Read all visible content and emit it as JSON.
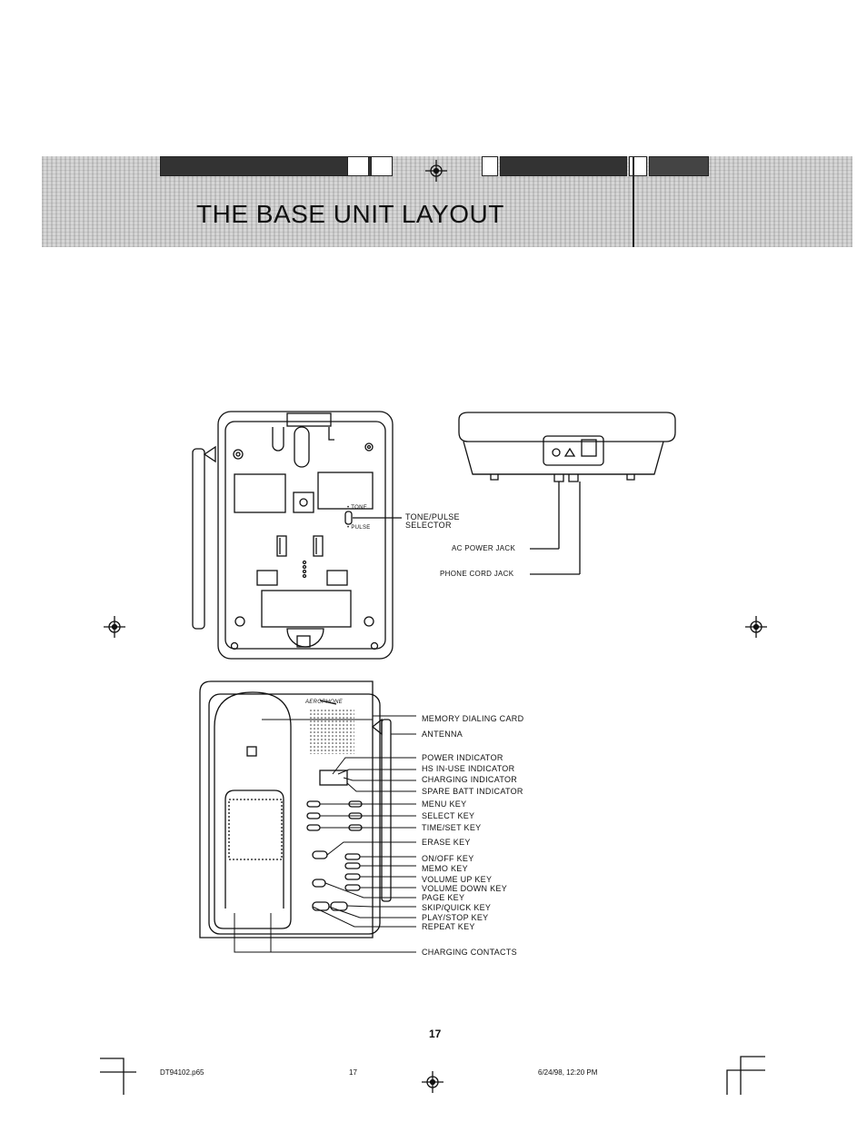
{
  "header": {
    "title": "THE BASE UNIT LAYOUT"
  },
  "bottom_view": {
    "switch_labels": {
      "tone": "• TONE",
      "pulse": "• PULSE"
    },
    "callouts": {
      "tone_pulse": [
        "TONE/PULSE",
        "SELECTOR"
      ],
      "ac_power_jack": "AC POWER JACK",
      "phone_cord_jack": "PHONE CORD JACK"
    }
  },
  "front_view": {
    "brand": "AEROPHONE",
    "callouts": [
      "MEMORY DIALING CARD",
      "ANTENNA",
      "POWER INDICATOR",
      "HS IN-USE INDICATOR",
      "CHARGING INDICATOR",
      "SPARE BATT INDICATOR",
      "MENU KEY",
      "SELECT KEY",
      "TIME/SET KEY",
      "ERASE KEY",
      "ON/OFF KEY",
      "MEMO KEY",
      "VOLUME UP KEY",
      "VOLUME DOWN KEY",
      "PAGE KEY",
      "SKIP/QUICK KEY",
      "PLAY/STOP KEY",
      "REPEAT KEY",
      "CHARGING CONTACTS"
    ]
  },
  "page_number": "17",
  "footer": {
    "file": "DT94102.p65",
    "page": "17",
    "date": "6/24/98, 12:20 PM"
  }
}
